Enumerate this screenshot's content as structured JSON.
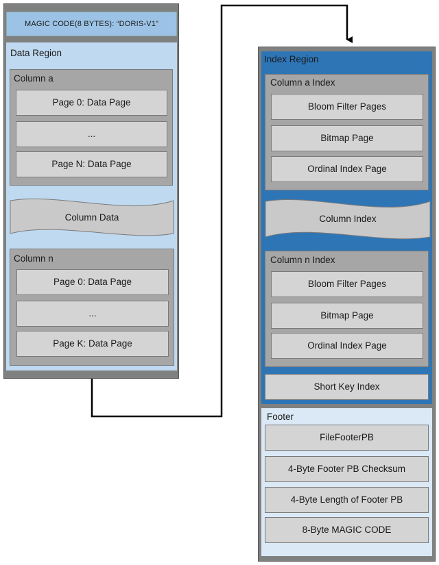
{
  "left": {
    "magic_code": "MAGIC CODE(8 BYTES): “DORIS-V1”",
    "data_region": {
      "label": "Data Region",
      "column_a": {
        "label": "Column a",
        "pages": [
          "Page 0: Data Page",
          "...",
          "Page N: Data Page"
        ]
      },
      "column_data": "Column Data",
      "column_n": {
        "label": "Column n",
        "pages": [
          "Page 0: Data Page",
          "...",
          "Page K: Data Page"
        ]
      }
    }
  },
  "right": {
    "index_region": {
      "label": "Index Region",
      "column_a_index": {
        "label": "Column a Index",
        "pages": [
          "Bloom Filter Pages",
          "Bitmap Page",
          "Ordinal Index Page"
        ]
      },
      "column_index": "Column Index",
      "column_n_index": {
        "label": "Column n Index",
        "pages": [
          "Bloom Filter Pages",
          "Bitmap Page",
          "Ordinal Index Page"
        ]
      },
      "short_key_index": "Short Key Index"
    },
    "footer": {
      "label": "Footer",
      "items": [
        "FileFooterPB",
        "4-Byte Footer PB Checksum",
        "4-Byte Length of Footer PB",
        "8-Byte MAGIC CODE"
      ]
    }
  },
  "colors": {
    "outer_frame": "#7f8080",
    "magic_fill": "#9cc3e6",
    "data_region_fill": "#bfd9f0",
    "index_region_fill": "#2e75b6",
    "footer_fill": "#dbe9f6",
    "group_fill": "#a6a6a6",
    "page_fill": "#d4d4d4"
  }
}
